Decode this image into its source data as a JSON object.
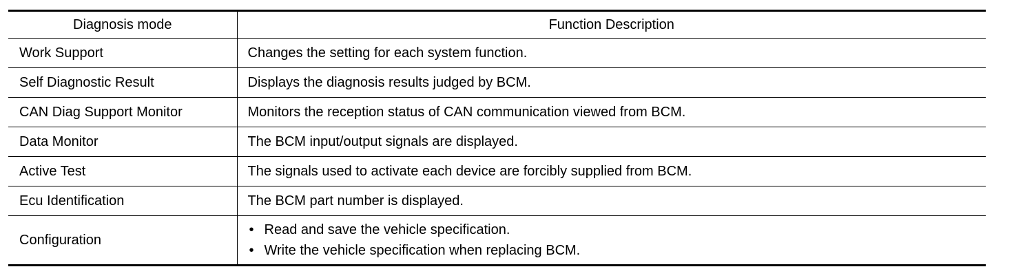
{
  "table": {
    "headers": {
      "mode": "Diagnosis mode",
      "description": "Function Description"
    },
    "rows": [
      {
        "mode": "Work Support",
        "description": "Changes the setting for each system function."
      },
      {
        "mode": "Self Diagnostic Result",
        "description": "Displays the diagnosis results judged by BCM."
      },
      {
        "mode": "CAN Diag Support Monitor",
        "description": "Monitors the reception status of CAN communication viewed from BCM."
      },
      {
        "mode": "Data Monitor",
        "description": "The BCM input/output signals are displayed."
      },
      {
        "mode": "Active Test",
        "description": "The signals used to activate each device are forcibly supplied from BCM."
      },
      {
        "mode": "Ecu Identification",
        "description": "The BCM part number is displayed."
      }
    ],
    "configuration": {
      "mode": "Configuration",
      "bullet_symbol": "•",
      "bullets": [
        "Read and save the vehicle specification.",
        "Write the vehicle specification when replacing BCM."
      ]
    }
  }
}
